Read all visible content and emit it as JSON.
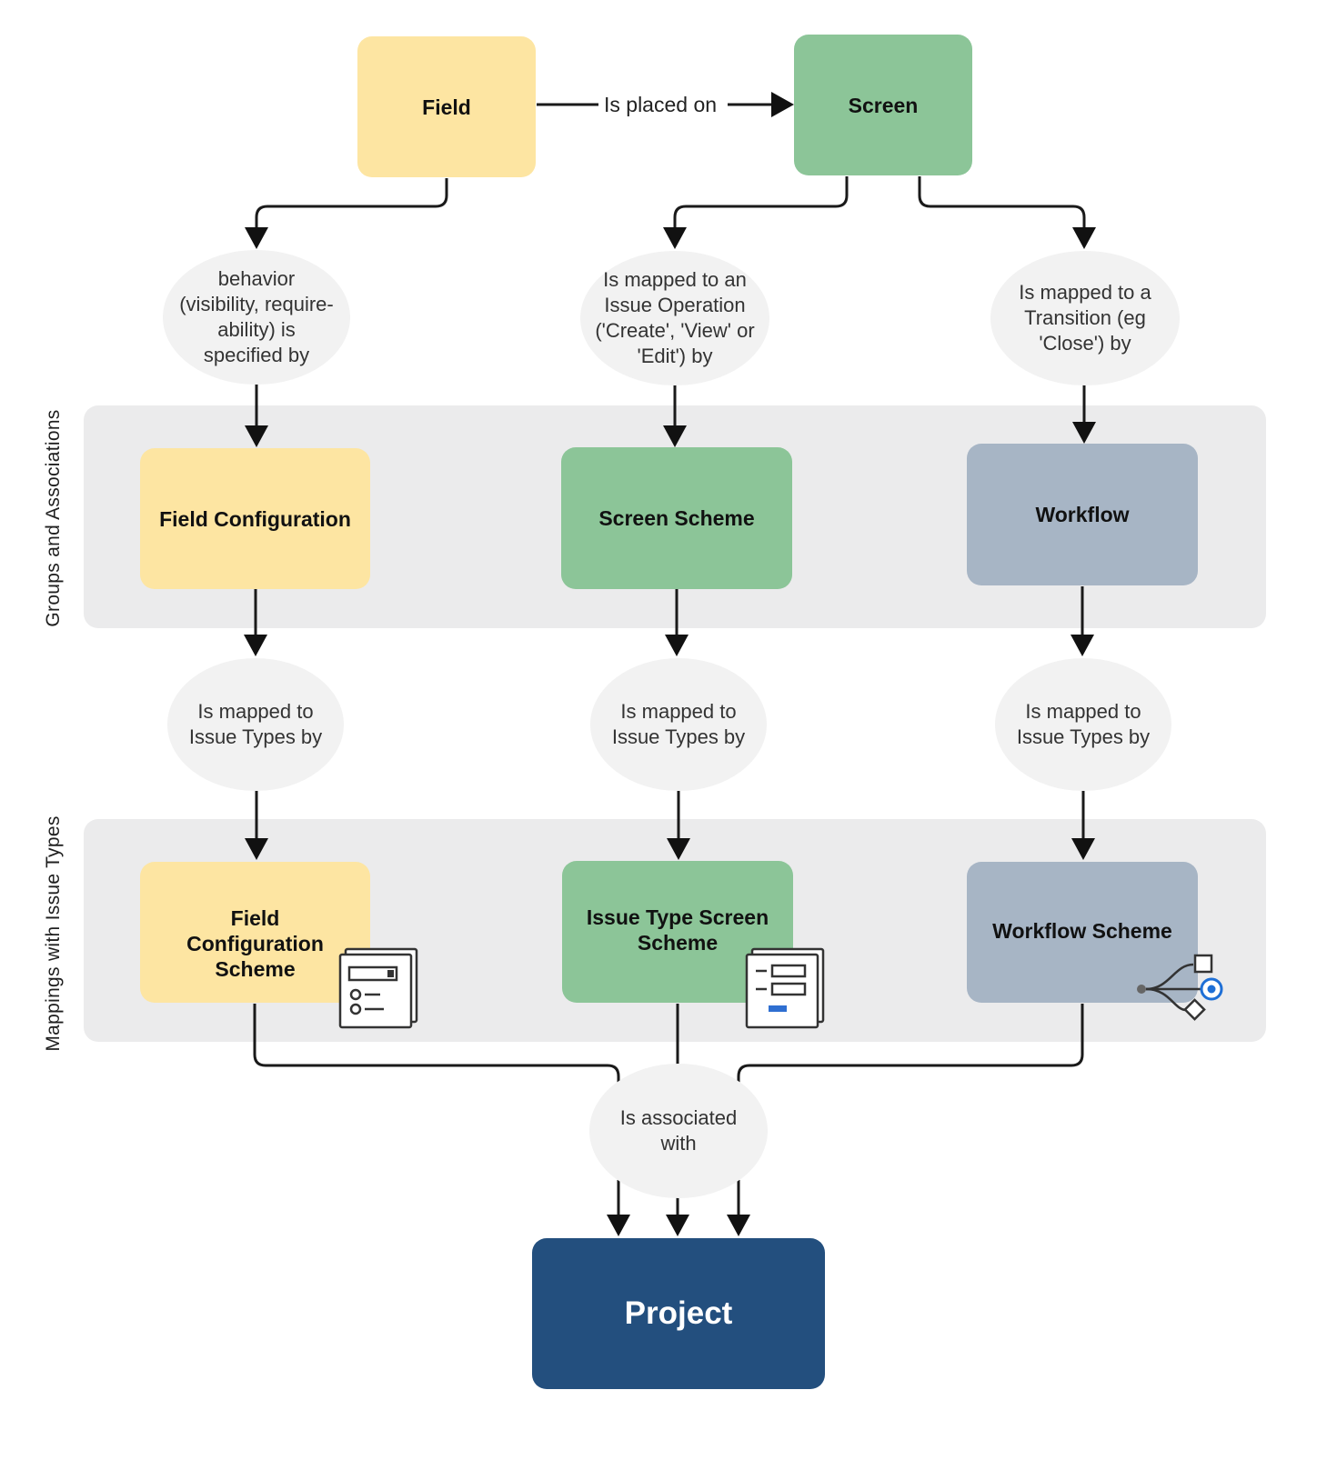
{
  "bands": {
    "groups": "Groups and Associations",
    "mappings": "Mappings with Issue Types"
  },
  "nodes": {
    "field": "Field",
    "screen": "Screen",
    "field_configuration": "Field Configuration",
    "screen_scheme": "Screen Scheme",
    "workflow": "Workflow",
    "field_configuration_scheme": "Field Configuration Scheme",
    "issue_type_screen_scheme": "Issue Type Screen Scheme",
    "workflow_scheme": "Workflow Scheme",
    "project": "Project"
  },
  "edges": {
    "placed_on": "Is placed on",
    "behavior": "behavior (visibility, require-ability) is specified by",
    "issue_operation": "Is mapped to an Issue Operation ('Create', 'View' or 'Edit') by",
    "transition": "Is mapped to a Transition (eg 'Close') by",
    "issue_types_field": "Is mapped to Issue Types by",
    "issue_types_screen": "Is mapped to Issue Types by",
    "issue_types_workflow": "Is mapped to Issue Types by",
    "associated_with": "Is associated with"
  },
  "colors": {
    "field_group": "#fde5a2",
    "screen_group": "#8cc598",
    "workflow_group": "#a7b5c5",
    "project": "#234f7e",
    "band": "#ebebec",
    "bubble": "#f2f2f2"
  },
  "icons": [
    "field-scheme-icon",
    "screen-scheme-icon",
    "workflow-branch-icon"
  ]
}
